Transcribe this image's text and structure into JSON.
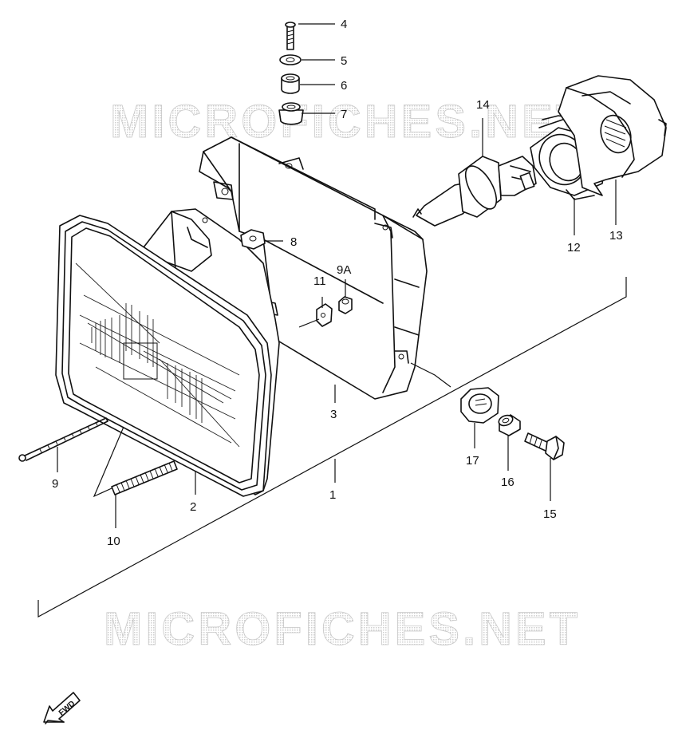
{
  "watermark": "MICROFICHES.NET",
  "fwd_label": "FWD",
  "callouts": {
    "c1": "1",
    "c2": "2",
    "c3": "3",
    "c4": "4",
    "c5": "5",
    "c6": "6",
    "c7": "7",
    "c8": "8",
    "c9": "9",
    "c9a": "9A",
    "c10": "10",
    "c11": "11",
    "c12": "12",
    "c13": "13",
    "c14": "14",
    "c15": "15",
    "c16": "16",
    "c17": "17"
  },
  "colors": {
    "line": "#111111",
    "watermark": "#c8c8c8",
    "background": "#ffffff"
  }
}
